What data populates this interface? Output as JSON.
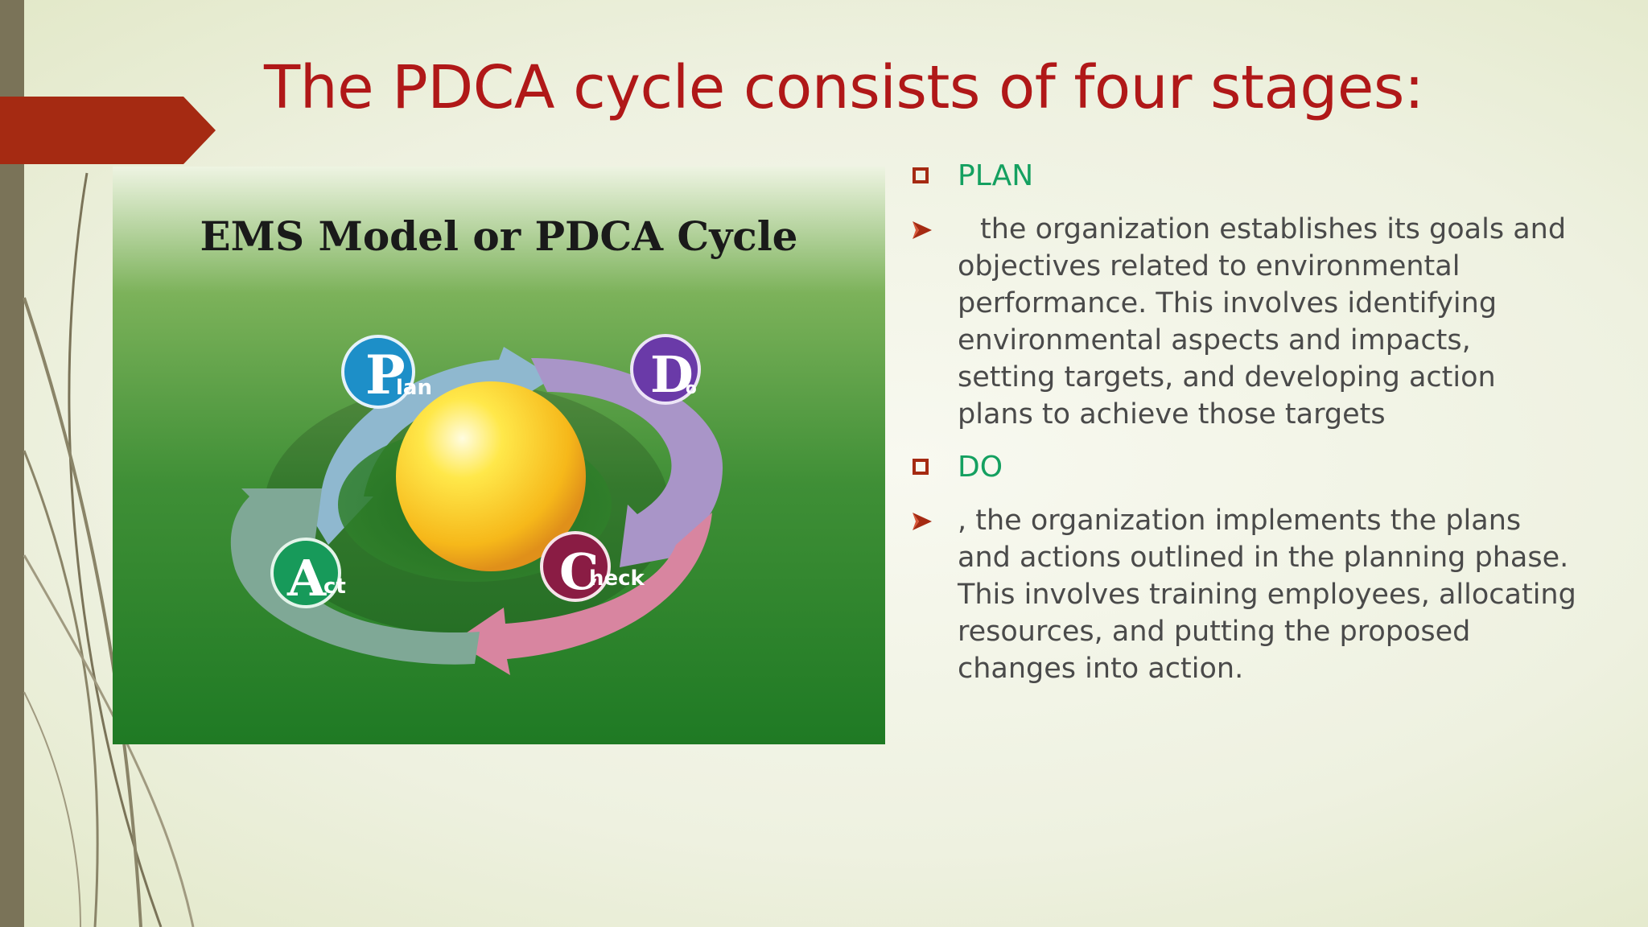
{
  "slide": {
    "title": "The PDCA cycle consists of four stages:",
    "accent_color": "#b01818",
    "heading_color": "#14a060",
    "bullet_color": "#a52a12"
  },
  "image": {
    "title": "EMS Model or PDCA Cycle",
    "labels": {
      "plan": {
        "initial": "P",
        "rest": "lan"
      },
      "do": {
        "initial": "D",
        "rest": "o"
      },
      "check": {
        "initial": "C",
        "rest": "heck"
      },
      "act": {
        "initial": "A",
        "rest": "ct"
      }
    }
  },
  "content": {
    "sections": [
      {
        "heading": "PLAN",
        "text": "the organization establishes its goals and objectives related to environmental performance. This involves identifying environmental aspects and impacts, setting targets, and developing action plans to achieve those targets"
      },
      {
        "heading": "DO",
        "text": ", the organization implements the plans and actions outlined in the planning phase. This involves training employees, allocating resources, and putting the proposed changes into action."
      }
    ]
  }
}
